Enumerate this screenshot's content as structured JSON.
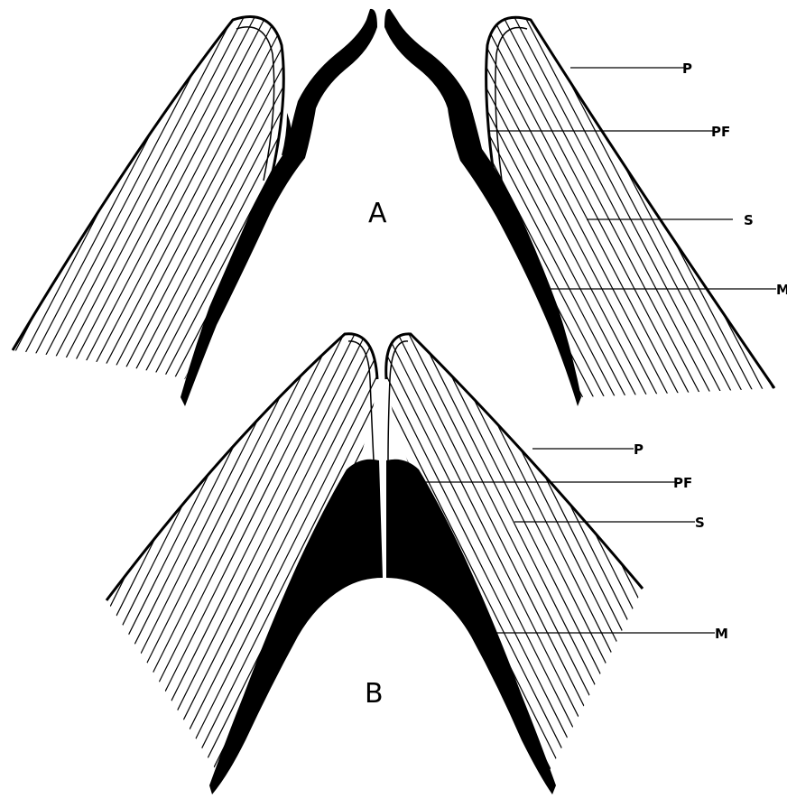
{
  "figure": {
    "panel_a": {
      "letter": "A",
      "labels": {
        "p": "P",
        "pf": "PF",
        "s": "S",
        "m": "M"
      }
    },
    "panel_b": {
      "letter": "B",
      "labels": {
        "p": "P",
        "pf": "PF",
        "s": "S",
        "m": "M"
      }
    },
    "colors": {
      "ink": "#000000",
      "paper": "#ffffff"
    }
  }
}
